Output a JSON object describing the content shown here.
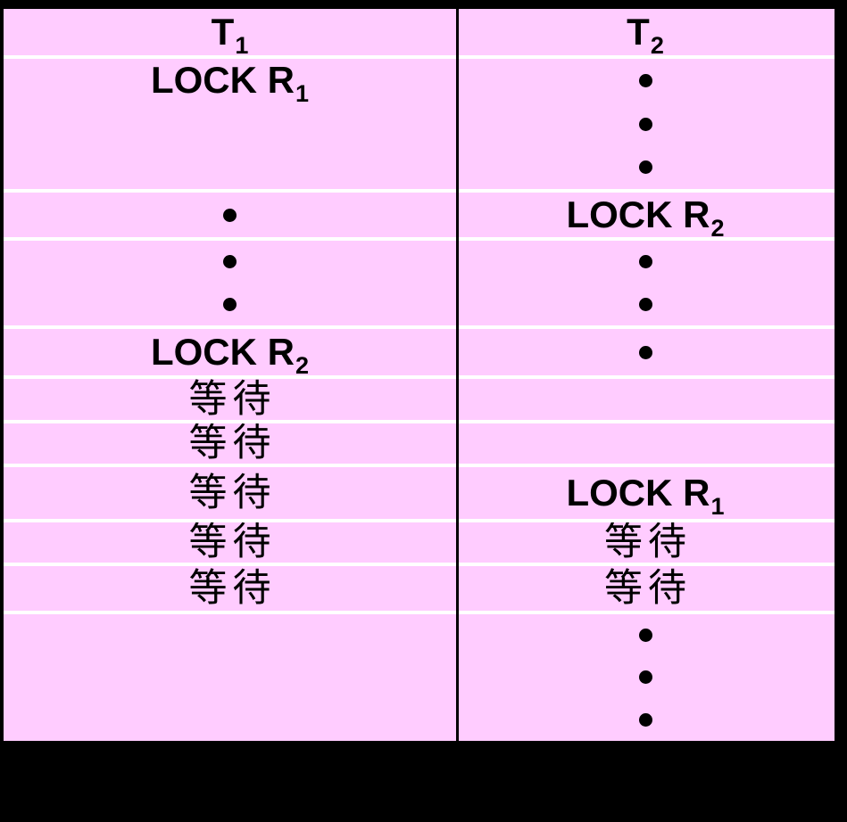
{
  "page": {
    "background_color": "#000000"
  },
  "table": {
    "background_color": "#ffccff",
    "separator_color": "#ffffff",
    "divider_color": "#000000",
    "text_color": "#000000",
    "columns": [
      {
        "label": "T",
        "sub": "1"
      },
      {
        "label": "T",
        "sub": "2"
      }
    ],
    "rows": [
      {
        "name": "header-row",
        "height": 52,
        "left": [
          {
            "type": "text",
            "bold": true,
            "main": "T",
            "sub": "1"
          }
        ],
        "right": [
          {
            "type": "text",
            "bold": true,
            "main": "T",
            "sub": "2"
          }
        ]
      },
      {
        "name": "row-t1-lock-r1",
        "height": 150,
        "left": [
          {
            "type": "text",
            "bold": true,
            "main": "LOCK R",
            "sub": "1"
          },
          {
            "type": "blank"
          },
          {
            "type": "blank"
          }
        ],
        "right": [
          {
            "type": "bullet"
          },
          {
            "type": "bullet"
          },
          {
            "type": "bullet"
          }
        ]
      },
      {
        "name": "row-t2-lock-r2",
        "height": 54,
        "left": [
          {
            "type": "bullet"
          }
        ],
        "right": [
          {
            "type": "text",
            "bold": true,
            "main": "LOCK R",
            "sub": "2"
          }
        ]
      },
      {
        "name": "row-ellipsis-both",
        "height": 99,
        "left": [
          {
            "type": "bullet"
          },
          {
            "type": "bullet"
          }
        ],
        "right": [
          {
            "type": "bullet"
          },
          {
            "type": "bullet"
          }
        ]
      },
      {
        "name": "row-t1-lock-r2",
        "height": 56,
        "left": [
          {
            "type": "text",
            "bold": true,
            "main": "LOCK R",
            "sub": "2"
          }
        ],
        "right": [
          {
            "type": "bullet"
          }
        ]
      },
      {
        "name": "row-t1-wait-1",
        "height": 50,
        "left": [
          {
            "type": "text",
            "main": "等待"
          }
        ],
        "right": [
          {
            "type": "blank"
          }
        ]
      },
      {
        "name": "row-t1-wait-2",
        "height": 49,
        "left": [
          {
            "type": "text",
            "main": "等待"
          }
        ],
        "right": [
          {
            "type": "blank"
          }
        ]
      },
      {
        "name": "row-t2-lock-r1",
        "height": 62,
        "left": [
          {
            "type": "text",
            "main": "等待"
          }
        ],
        "right": [
          {
            "type": "text",
            "bold": true,
            "main": "LOCK R",
            "sub": "1"
          }
        ]
      },
      {
        "name": "row-both-wait-1",
        "height": 49,
        "left": [
          {
            "type": "text",
            "main": "等待"
          }
        ],
        "right": [
          {
            "type": "text",
            "main": "等待"
          }
        ]
      },
      {
        "name": "row-both-wait-2",
        "height": 54,
        "left": [
          {
            "type": "text",
            "main": "等待"
          }
        ],
        "right": [
          {
            "type": "text",
            "main": "等待"
          }
        ]
      },
      {
        "name": "row-t2-ellipsis-end",
        "height": 146,
        "left": [
          {
            "type": "blank"
          },
          {
            "type": "blank"
          },
          {
            "type": "blank"
          }
        ],
        "right": [
          {
            "type": "bullet"
          },
          {
            "type": "bullet"
          },
          {
            "type": "bullet"
          }
        ]
      }
    ]
  }
}
